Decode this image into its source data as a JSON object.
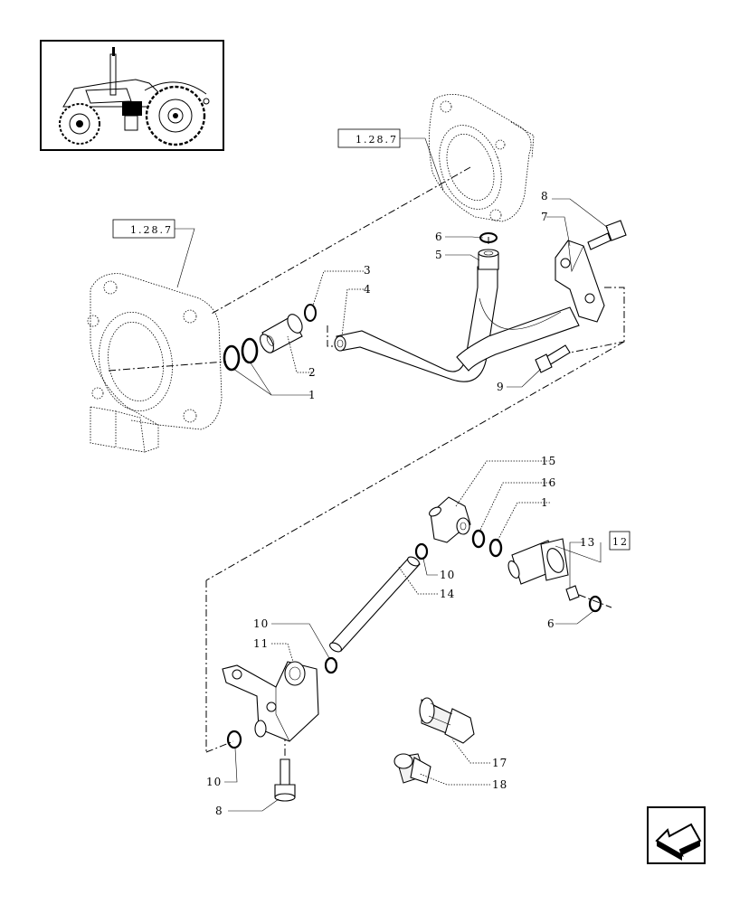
{
  "reference_labels": {
    "ref_upper": "1.28.7",
    "ref_lower": "1.28.7",
    "ref_group": "12"
  },
  "callouts": {
    "c1a": "1",
    "c2": "2",
    "c3": "3",
    "c4": "4",
    "c5": "5",
    "c6a": "6",
    "c7": "7",
    "c8a": "8",
    "c9": "9",
    "c15": "15",
    "c16": "16",
    "c1b": "1",
    "c13": "13",
    "c10a": "10",
    "c14": "14",
    "c6b": "6",
    "c10b": "10",
    "c11": "11",
    "c10c": "10",
    "c8b": "8",
    "c17": "17",
    "c18": "18"
  },
  "icons": {
    "thumbnail": "tractor-thumbnail-icon",
    "navigation": "previous-page-arrow-icon"
  }
}
